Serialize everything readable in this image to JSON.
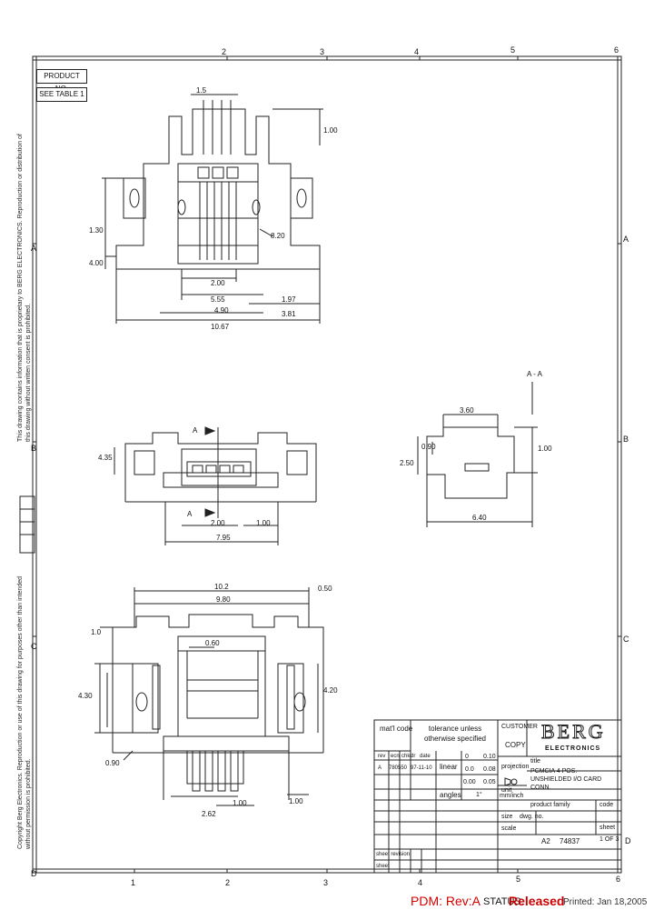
{
  "zones_top": [
    "2",
    "3",
    "4",
    "5",
    "6"
  ],
  "zones_bottom": [
    "1",
    "2",
    "3",
    "4",
    "5",
    "6"
  ],
  "zones_right": [
    "A",
    "B",
    "C",
    "D"
  ],
  "zones_left": [
    "A",
    "B",
    "C",
    "D"
  ],
  "header_boxes": {
    "product_no": "PRODUCT NO.",
    "see_table": "SEE TABLE 1"
  },
  "side_text": {
    "upper": "This drawing contains information that is proprietary to BERG ELECTRONICS. Reproduction or distribution of this drawing without written consent is prohibited.",
    "lower": "Copyright Berg Electronics. Reproduction or use of this drawing for purposes other than intended without permission is prohibited."
  },
  "dims": {
    "top_view": [
      "1.5",
      "2.00",
      "5.55",
      "4.90",
      "10.67",
      "1.97",
      "3.81",
      "1.30",
      "4.00",
      "1.00",
      "8.20"
    ],
    "front_view": [
      "2.00",
      "1.00",
      "4.35",
      "7.95"
    ],
    "side_view": [
      "3.60",
      "2.50",
      "1.00",
      "0.90",
      "6.40"
    ],
    "bottom_view": [
      "10.2",
      "9.80",
      "4.20",
      "4.30",
      "0.60",
      "1.0",
      "0.50",
      "1.00",
      "0.90",
      "1.00",
      "2.62"
    ]
  },
  "section_labels": {
    "a1": "A",
    "a2": "A",
    "a_section": "A - A"
  },
  "title_block": {
    "mat_code": "mat'l code",
    "tolerance": "tolerance unless otherwise specified",
    "customer": "CUSTOMER",
    "copy": "COPY",
    "logo_main": "BERG",
    "logo_sub": "ELECTRONICS",
    "linear": "linear",
    "angles": "angles",
    "projection": "projection",
    "unit": "unit",
    "unit_value": "mm/inch",
    "title_label": "title",
    "title_text": "PCMCIA 4 POS. UNSHIELDED I/O CARD CONN.",
    "product_family": "product family",
    "code": "code",
    "size": "size",
    "dwg_no": "dwg. no.",
    "scale": "scale",
    "size_value": "A2",
    "dwg_value": "74837",
    "sheet": "sheet",
    "sheet_value": "1 OF 3",
    "sheet_revision": "sheet revision",
    "sheet_label": "sheet",
    "tol_rows": [
      [
        "0",
        "0.10"
      ],
      [
        "0.0",
        "0.08"
      ],
      [
        "0.00",
        "0.05"
      ],
      [
        "",
        "1°"
      ]
    ],
    "rev_header": [
      "rev",
      "ecn",
      "chk",
      "dr",
      "date"
    ],
    "rev_row": [
      "A",
      "780550",
      "",
      "",
      "97-11-10"
    ]
  },
  "status_bar": {
    "pdm_label": "PDM: Rev:A",
    "status_label": "STATUS:",
    "status_value": "Released",
    "printed": "Printed: Jan 18,2005"
  },
  "colors": {
    "ink": "#222222",
    "pdm_red": "#d60000",
    "status_red": "#cc0000"
  }
}
